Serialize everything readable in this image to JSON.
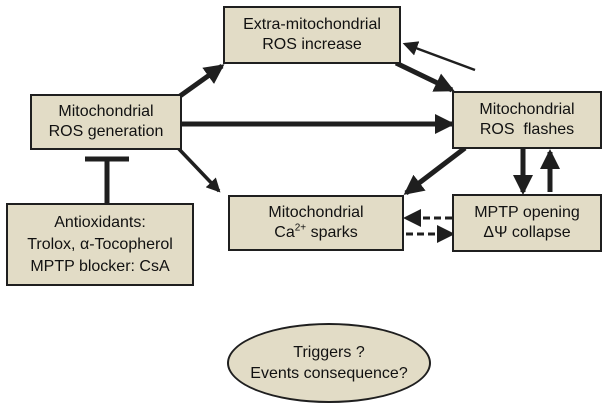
{
  "diagram": {
    "extra_mito": {
      "line1": "Extra-mitochondrial",
      "line2": "ROS increase"
    },
    "mito_gen": {
      "line1": "Mitochondrial",
      "line2": "ROS generation"
    },
    "flashes": {
      "line1": "Mitochondrial",
      "line2": "ROS  flashes"
    },
    "sparks": {
      "line1": "Mitochondrial",
      "line2_prefix": "Ca",
      "line2_sup": "2+",
      "line2_suffix": " sparks"
    },
    "mptp": {
      "line1": "MPTP opening",
      "line2": "ΔΨ collapse"
    },
    "antioxidants": {
      "line1": "Antioxidants:",
      "line2": "Trolox, α-Tocopherol",
      "line3": "MPTP blocker: CsA"
    },
    "triggers": {
      "line1": "Triggers ?",
      "line2": "Events consequence?"
    }
  },
  "colors": {
    "box_fill": "#e2dcc6",
    "stroke": "#1f1f1f"
  }
}
